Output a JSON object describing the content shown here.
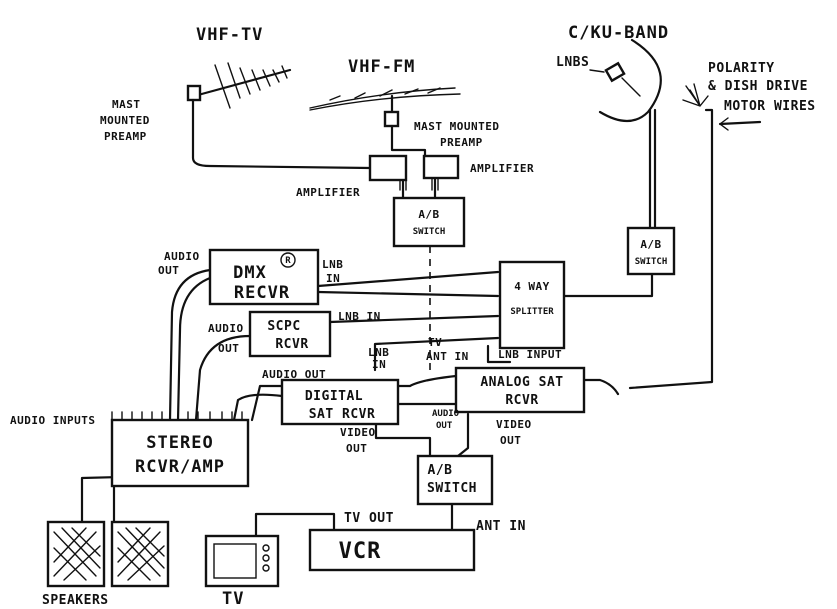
{
  "labels": {
    "vhf_tv": "VHF-TV",
    "vhf_fm": "VHF-FM",
    "ck_band": "C/KU-BAND",
    "lnbs": "LNBS",
    "polarity_1": "POLARITY",
    "polarity_2": "& DISH DRIVE",
    "polarity_3": "MOTOR WIRES",
    "mast_preamp_tv_1": "MAST",
    "mast_preamp_tv_2": "MOUNTED",
    "mast_preamp_tv_3": "PREAMP",
    "mast_preamp_fm_1": "MAST MOUNTED",
    "mast_preamp_fm_2": "PREAMP",
    "amplifier_left": "AMPLIFIER",
    "amplifier_right": "AMPLIFIER",
    "audio_out_dmx_1": "AUDIO",
    "audio_out_dmx_2": "OUT",
    "lnb_in_dmx_1": "LNB",
    "lnb_in_dmx_2": "IN",
    "audio_out_scpc_1": "AUDIO",
    "audio_out_scpc_2": "OUT",
    "lnb_in_scpc": "LNB IN",
    "lnb_in_digital_1": "LNB",
    "lnb_in_digital_2": "IN",
    "tv_ant_in_1": "TV",
    "tv_ant_in_2": "ANT IN",
    "lnb_input": "LNB INPUT",
    "audio_out_digital": "AUDIO OUT",
    "audio_out_analog_1": "AUDIO",
    "audio_out_analog_2": "OUT",
    "video_out_digital_1": "VIDEO",
    "video_out_digital_2": "OUT",
    "video_out_analog_1": "VIDEO",
    "video_out_analog_2": "OUT",
    "audio_inputs": "AUDIO INPUTS",
    "tv_out": "TV OUT",
    "ant_in": "ANT IN",
    "speakers": "SPEAKERS",
    "tv": "TV"
  },
  "boxes": {
    "ab_switch_top_1": "A/B",
    "ab_switch_top_2": "SWITCH",
    "ab_switch_dish_1": "A/B",
    "ab_switch_dish_2": "SWITCH",
    "ab_switch_bottom_1": "A/B",
    "ab_switch_bottom_2": "SWITCH",
    "dmx_1": "DMX",
    "dmx_2": "RECVR",
    "dmx_badge": "R",
    "scpc_1": "SCPC",
    "scpc_2": "RCVR",
    "way_splitter_1": "4 WAY",
    "way_splitter_2": "SPLITTER",
    "digital_1": "DIGITAL",
    "digital_2": "SAT RCVR",
    "analog_1": "ANALOG SAT",
    "analog_2": "RCVR",
    "stereo_1": "STEREO",
    "stereo_2": "RCVR/AMP",
    "vcr": "VCR"
  }
}
